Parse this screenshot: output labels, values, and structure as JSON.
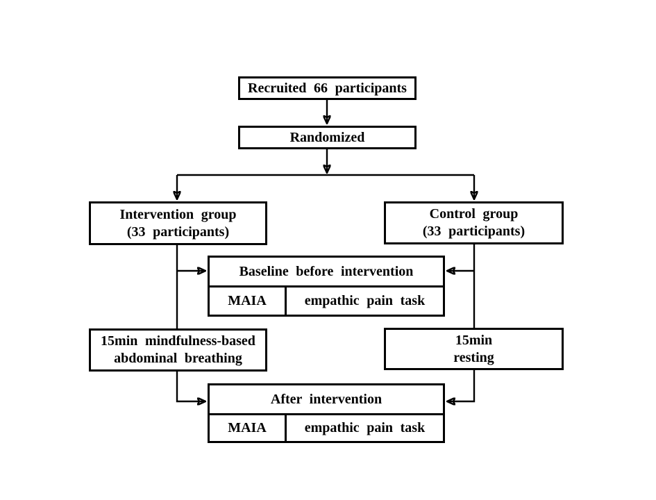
{
  "diagram": {
    "description": "Study participant flow chart",
    "boxes": {
      "recruited": "Recruited 66 participants",
      "randomized": "Randomized",
      "intervention_line1": "Intervention group",
      "intervention_line2": "(33 participants)",
      "control_line1": "Control group",
      "control_line2": "(33 participants)",
      "baseline_title": "Baseline before intervention",
      "baseline_measure1": "MAIA",
      "baseline_measure2": "empathic pain task",
      "mindfulness_line1": "15min mindfulness-based",
      "mindfulness_line2": "abdominal breathing",
      "resting_line1": "15min",
      "resting_line2": "resting",
      "after_title": "After intervention",
      "after_measure1": "MAIA",
      "after_measure2": "empathic pain task"
    },
    "counts": {
      "recruited_n": "66",
      "intervention_n": "33",
      "control_n": "33"
    },
    "colors": {
      "line": "#000000",
      "text": "#000000",
      "background": "#ffffff"
    }
  }
}
